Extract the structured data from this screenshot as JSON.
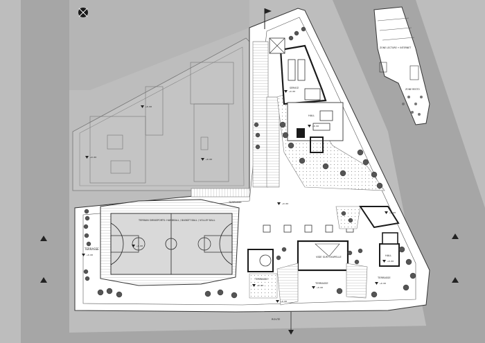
{
  "labels": {
    "sports_field": "TERRAIN OMNISPORTS: HANDBALL / BASKET BALL / VOLLEY BALL",
    "terrasse_w": "TERRASSE",
    "terrasse_mid": "TERRASSE",
    "terrasse_top": "TERRASSE",
    "terrasse_low": "TERRASSE",
    "terrasse_r": "TERRASSE",
    "hall_top": "HALL",
    "hall_low": "HALL",
    "service": "SERVICE",
    "vide": "VIDE SUR CHAPELLE",
    "route": "ROUTE",
    "zone_lecture": "ZONE LECTURE + INTERNET",
    "zone_resto": "ZONE RESTO"
  },
  "levels": {
    "a": "+0.00",
    "b": "+0.00",
    "c": "+0.00",
    "d": "+0.00",
    "e": "+0.00",
    "f": "+0.00",
    "g": "+0.00",
    "h": "+0.00",
    "i": "+0.00",
    "j": "+0.00",
    "k": "+0.00",
    "l": "+0.00",
    "m": "+0.00",
    "n": "+0.00"
  },
  "colors": {
    "background": "#bdbdbd",
    "road": "#a6a6a6",
    "site": "#ffffff",
    "court": "#d9d9d9",
    "dark": "#1a1a1a",
    "tree": "#4a4a4a"
  }
}
